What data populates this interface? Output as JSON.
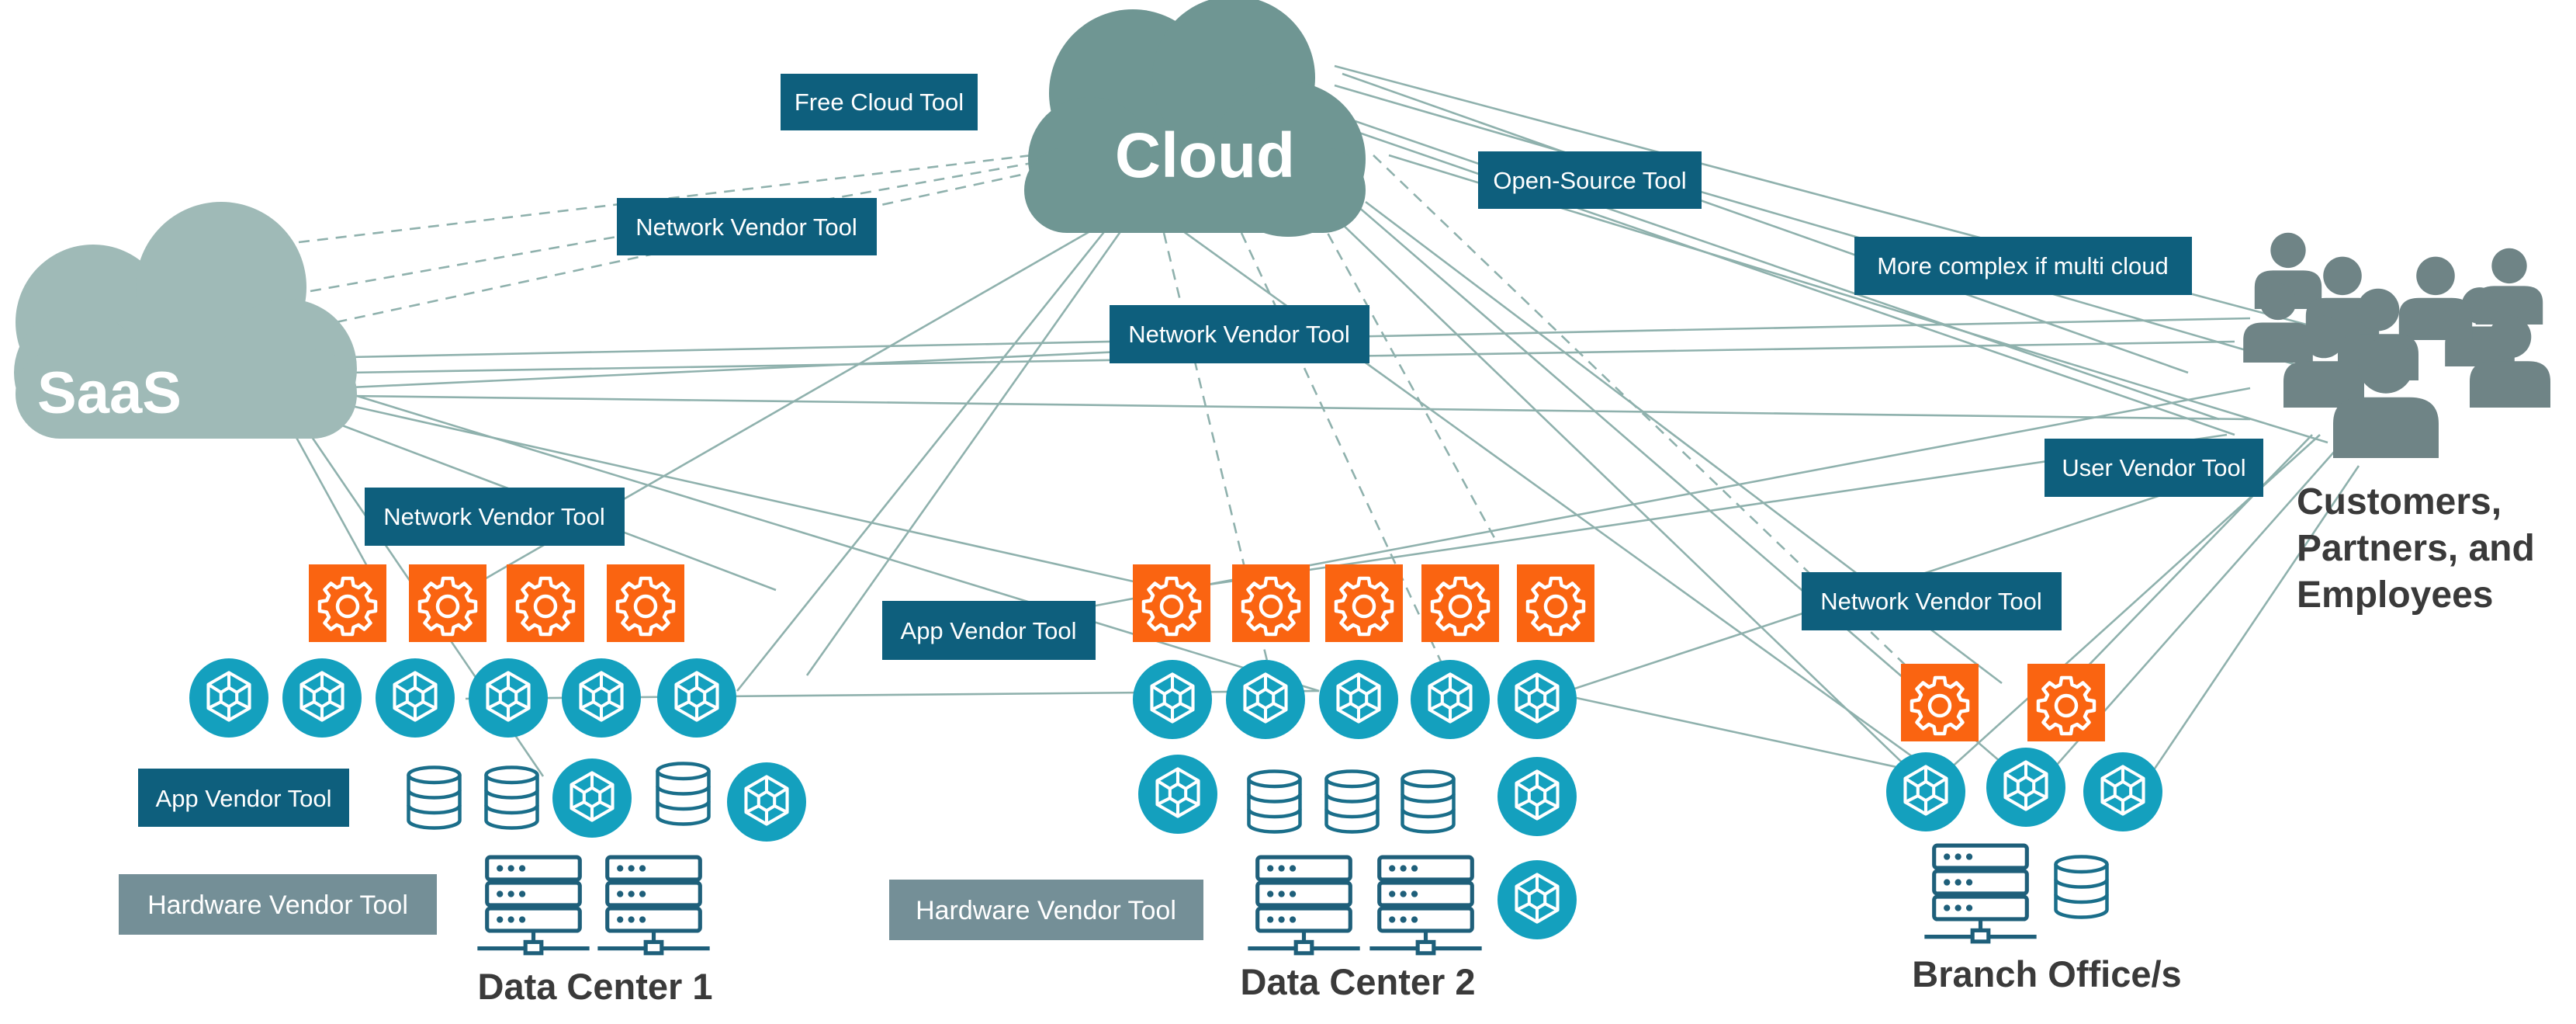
{
  "clouds": {
    "cloud": "Cloud",
    "saas": "SaaS"
  },
  "users": {
    "label_lines": [
      "Customers,",
      "Partners, and",
      "Employees"
    ]
  },
  "tools": [
    {
      "id": "free-cloud-tool",
      "label": "Free Cloud Tool",
      "kind": "network"
    },
    {
      "id": "network-vendor-tool-cloud",
      "label": "Network Vendor Tool",
      "kind": "network"
    },
    {
      "id": "open-source-tool",
      "label": "Open-Source Tool",
      "kind": "network"
    },
    {
      "id": "more-complex-multi-cloud",
      "label": "More complex if multi cloud",
      "kind": "network"
    },
    {
      "id": "network-vendor-tool-center",
      "label": "Network Vendor Tool",
      "kind": "network"
    },
    {
      "id": "network-vendor-tool-dc1",
      "label": "Network Vendor Tool",
      "kind": "network"
    },
    {
      "id": "user-vendor-tool",
      "label": "User Vendor Tool",
      "kind": "network"
    },
    {
      "id": "app-vendor-tool-center",
      "label": "App Vendor Tool",
      "kind": "network"
    },
    {
      "id": "network-vendor-tool-branch",
      "label": "Network Vendor Tool",
      "kind": "network"
    },
    {
      "id": "app-vendor-tool-dc1",
      "label": "App Vendor Tool",
      "kind": "network"
    },
    {
      "id": "hardware-vendor-tool-dc1",
      "label": "Hardware Vendor Tool",
      "kind": "hardware"
    },
    {
      "id": "hardware-vendor-tool-dc2",
      "label": "Hardware Vendor Tool",
      "kind": "hardware"
    }
  ],
  "sites": {
    "dc1": "Data Center 1",
    "dc2": "Data Center 2",
    "branch": "Branch Office/s"
  },
  "icons": {
    "gear": "gear-icon",
    "app": "cube-icon",
    "database": "database-icon",
    "server": "server-rack-icon",
    "users": "people-group-icon"
  },
  "colors": {
    "cloud": "#6f9693",
    "saas": "#9fbab7",
    "network_tool_box": "#0e5f7d",
    "hardware_tool_box": "#748f97",
    "gear_box": "#fa6411",
    "app_circle": "#14a0be",
    "storage_icon": "#1a6e8a",
    "server_icon": "#1e5f7a",
    "users_icon": "#6f8486",
    "connection": "#8fb1ad",
    "title_text": "#3a3a3a"
  }
}
